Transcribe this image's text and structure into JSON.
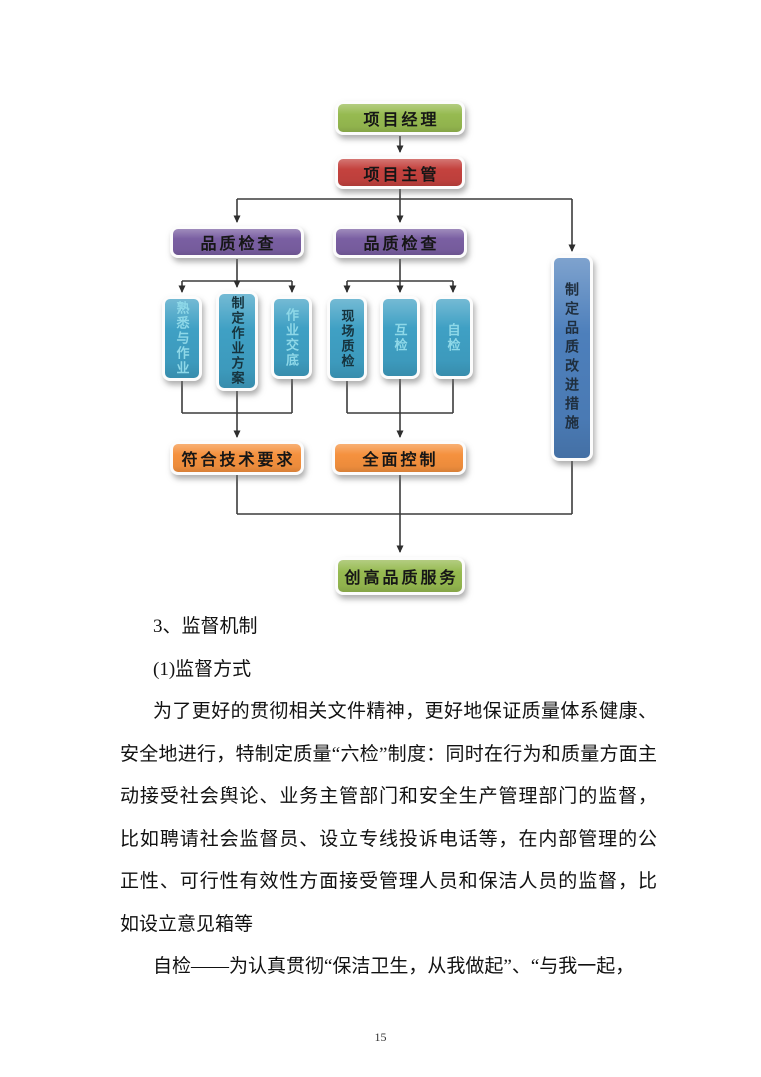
{
  "page": {
    "number": "15"
  },
  "flowchart": {
    "nodes": [
      {
        "id": "project-manager",
        "label": "项目经理",
        "color": "#96ba50",
        "text_color": "#161616"
      },
      {
        "id": "project-supervisor",
        "label": "项目主管",
        "color": "#c4423e",
        "text_color": "#161616"
      },
      {
        "id": "quality-inspection-left",
        "label": "品质检查",
        "color": "#7a5fa2",
        "text_color": "#161616"
      },
      {
        "id": "quality-inspection-right",
        "label": "品质检查",
        "color": "#7a5fa2",
        "text_color": "#161616"
      },
      {
        "id": "familiarize-with-work",
        "label": "熟悉与作业",
        "color": "#3fa0c4",
        "text_color": "#8ed8e8"
      },
      {
        "id": "make-work-plan",
        "label": "制定作业方案",
        "color": "#3fa0c4",
        "text_color": "#16333d"
      },
      {
        "id": "work-briefing",
        "label": "作业交底",
        "color": "#3fa0c4",
        "text_color": "#8ed8e8"
      },
      {
        "id": "on-site-quality-check",
        "label": "现场质检",
        "color": "#3fa0c4",
        "text_color": "#16333d"
      },
      {
        "id": "mutual-check",
        "label": "互检",
        "color": "#3fa0c4",
        "text_color": "#8ed8e8"
      },
      {
        "id": "self-check",
        "label": "自检",
        "color": "#3fa0c4",
        "text_color": "#8ed8e8"
      },
      {
        "id": "quality-improvement-measures",
        "label": "制定品质改进措施",
        "color": "#4d7fbb",
        "text_color": "#1f2e3d"
      },
      {
        "id": "meet-technical-requirements",
        "label": "符合技术要求",
        "color": "#f5913e",
        "text_color": "#161616"
      },
      {
        "id": "overall-control",
        "label": "全面控制",
        "color": "#f5913e",
        "text_color": "#161616"
      },
      {
        "id": "create-high-quality-service",
        "label": "创高品质服务",
        "color": "#96ba50",
        "text_color": "#161616"
      }
    ],
    "connector_color": "#3c3c3c"
  },
  "document": {
    "heading_section": "3、监督机制",
    "heading_sub": "(1)监督方式",
    "paragraph1_lines": [
      "为了更好的贯彻相关文件精神，更好地保证质量体系健康、",
      "安全地进行，特制定质量“六检”制度：同时在行为和质量方面主",
      "动接受社会舆论、业务主管部门和安全生产管理部门的监督，",
      "比如聘请社会监督员、设立专线投诉电话等，在内部管理的公",
      "正性、可行性有效性方面接受管理人员和保洁人员的监督，比",
      "如设立意见箱等"
    ],
    "paragraph2_lines": [
      "自检——为认真贯彻“保洁卫生，从我做起”、“与我一起，"
    ]
  }
}
